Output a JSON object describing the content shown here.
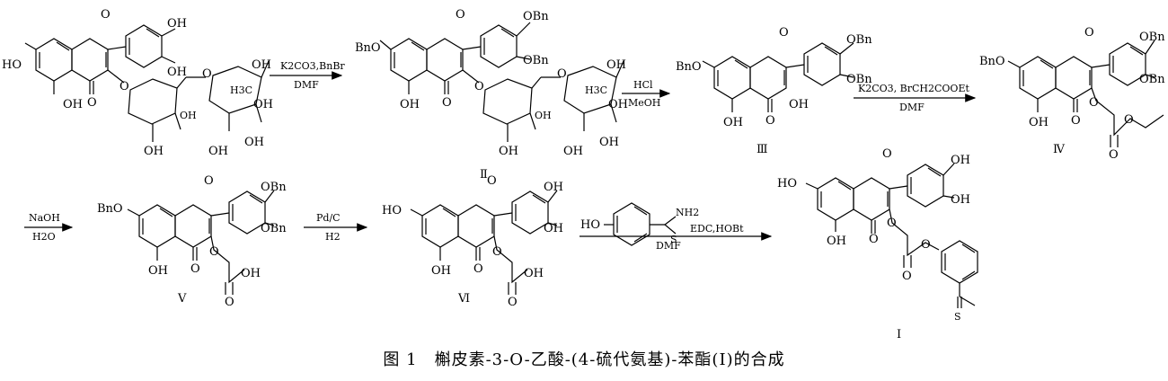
{
  "caption": "图 1　槲皮素-3-O-乙酸-(4-硫代氨基)-苯酯(Ⅰ)的合成",
  "compounds": [
    "Ⅱ",
    "Ⅲ",
    "Ⅳ",
    "Ⅴ",
    "Ⅵ",
    "Ⅰ"
  ],
  "reagents": {
    "step1_top": "K2CO3,BnBr",
    "step1_bottom": "DMF",
    "step2_top": "HCl",
    "step2_bottom": "MeOH",
    "step3_top": "K2CO3, BrCH2COOEt",
    "step3_bottom": "DMF",
    "step4_top": "NaOH",
    "step4_bottom": "H2O",
    "step5_top": "Pd/C",
    "step5_bottom": "H2",
    "step6_top": "EDC,HOBt",
    "step6_bottom": "DMF"
  },
  "groups": {
    "oh": "OH",
    "obn": "OBn",
    "bno": "BnO",
    "ho": "HO",
    "o": "O",
    "ch3": "H3C",
    "s": "S",
    "nh2": "NH2"
  }
}
